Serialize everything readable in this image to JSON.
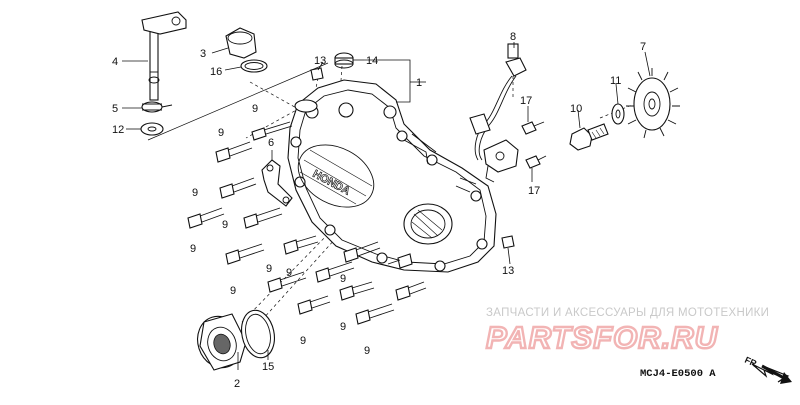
{
  "diagram": {
    "callouts": [
      {
        "id": "c1",
        "label": "1"
      },
      {
        "id": "c2",
        "label": "2"
      },
      {
        "id": "c3",
        "label": "3"
      },
      {
        "id": "c4",
        "label": "4"
      },
      {
        "id": "c5",
        "label": "5"
      },
      {
        "id": "c6",
        "label": "6"
      },
      {
        "id": "c7",
        "label": "7"
      },
      {
        "id": "c8",
        "label": "8"
      },
      {
        "id": "c9a",
        "label": "9"
      },
      {
        "id": "c9b",
        "label": "9"
      },
      {
        "id": "c9c",
        "label": "9"
      },
      {
        "id": "c9d",
        "label": "9"
      },
      {
        "id": "c9e",
        "label": "9"
      },
      {
        "id": "c9f",
        "label": "9"
      },
      {
        "id": "c9g",
        "label": "9"
      },
      {
        "id": "c9h",
        "label": "9"
      },
      {
        "id": "c9i",
        "label": "9"
      },
      {
        "id": "c9j",
        "label": "9"
      },
      {
        "id": "c9k",
        "label": "9"
      },
      {
        "id": "c9l",
        "label": "9"
      },
      {
        "id": "c10",
        "label": "10"
      },
      {
        "id": "c11",
        "label": "11"
      },
      {
        "id": "c12",
        "label": "12"
      },
      {
        "id": "c13a",
        "label": "13"
      },
      {
        "id": "c13b",
        "label": "13"
      },
      {
        "id": "c14",
        "label": "14"
      },
      {
        "id": "c15",
        "label": "15"
      },
      {
        "id": "c16",
        "label": "16"
      },
      {
        "id": "c17a",
        "label": "17"
      },
      {
        "id": "c17b",
        "label": "17"
      }
    ],
    "cover_brand": "HONDA",
    "diagram_code": "MCJ4-E0500 A",
    "direction_label": "FR."
  },
  "watermark": {
    "tagline": "ЗАПЧАСТИ И АКСЕССУАРЫ ДЛЯ МОТОТЕХНИКИ",
    "logo": "PARTSFOR.RU"
  },
  "colors": {
    "ink": "#111111",
    "watermark_red": "#f2b4b4",
    "watermark_gray": "#c9c9c9"
  }
}
